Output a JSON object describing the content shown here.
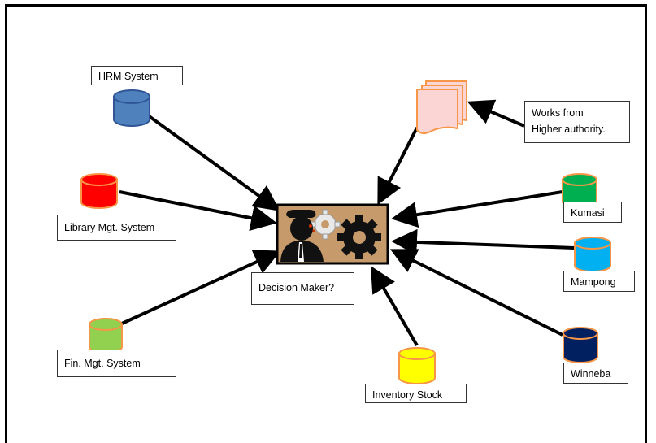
{
  "labels": {
    "hrm": "HRM System",
    "library": "Library Mgt. System",
    "fin": "Fin. Mgt. System",
    "decision": "Decision Maker?",
    "inventory": "Inventory Stock",
    "works_line1": "Works from",
    "works_line2": "Higher authority.",
    "kumasi": "Kumasi",
    "mampong": "Mampong",
    "winneba": "Winneba"
  },
  "colors": {
    "hrm": "#4f81bd",
    "library": "#ff0000",
    "fin": "#92d050",
    "inventory": "#ffff00",
    "kumasi": "#00b050",
    "mampong": "#00b0f0",
    "winneba": "#002060",
    "cylinder_outline": "#f79646",
    "document_fill": "#fbd4d4",
    "document_outline": "#f79646",
    "decision_bg": "#c69a6b"
  },
  "icons": {
    "databases": "database-cylinder-icon",
    "documents": "document-stack-icon",
    "decision_maker": "businessman-gears-icon"
  }
}
